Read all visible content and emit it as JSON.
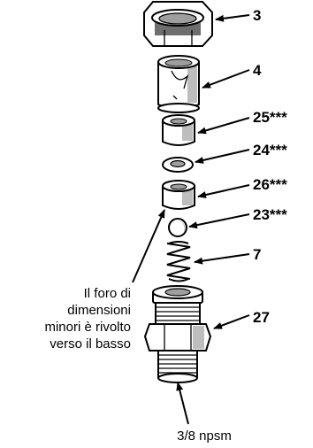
{
  "callouts": {
    "nut": "3",
    "sleeve": "4",
    "seat_25": "25***",
    "washer_24": "24***",
    "seat_26": "26***",
    "ball_23": "23***",
    "spring_7": "7",
    "fitting_27": "27"
  },
  "note": {
    "line1": "Il foro di",
    "line2": "dimensioni",
    "line3": "minori è rivolto",
    "line4": "verso il basso"
  },
  "thread_label": "3/8 npsm"
}
